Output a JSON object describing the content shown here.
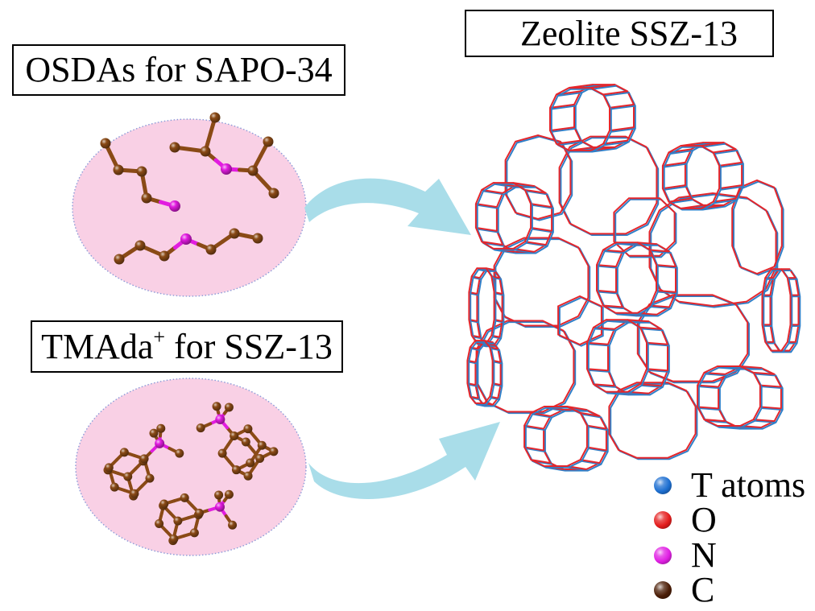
{
  "panels": {
    "sapo34_osda": {
      "label": "OSDAs for SAPO-34"
    },
    "ssz13_osda": {
      "label_main": "TMAda",
      "label_sup": "+",
      "label_rest": " for SSZ-13"
    },
    "zeolite": {
      "label": "Zeolite SSZ-13"
    }
  },
  "legend": [
    {
      "label": "T atoms",
      "color": "#1d6fd1",
      "icon": "blue-sphere-icon"
    },
    {
      "label": "O",
      "color": "#e41c1c",
      "icon": "red-sphere-icon"
    },
    {
      "label": "N",
      "color": "#e01fe3",
      "icon": "magenta-sphere-icon"
    },
    {
      "label": "C",
      "color": "#4b1d06",
      "icon": "brown-sphere-icon"
    }
  ],
  "colors": {
    "ellipse_fill": "#f9d0e5",
    "ellipse_border": "#8a9ad8",
    "arrow": "#a9dde9",
    "framework_o": "#e5262b",
    "framework_t": "#2f7fc8",
    "carbon": "#8a4a16",
    "nitrogen": "#e21ce0"
  }
}
